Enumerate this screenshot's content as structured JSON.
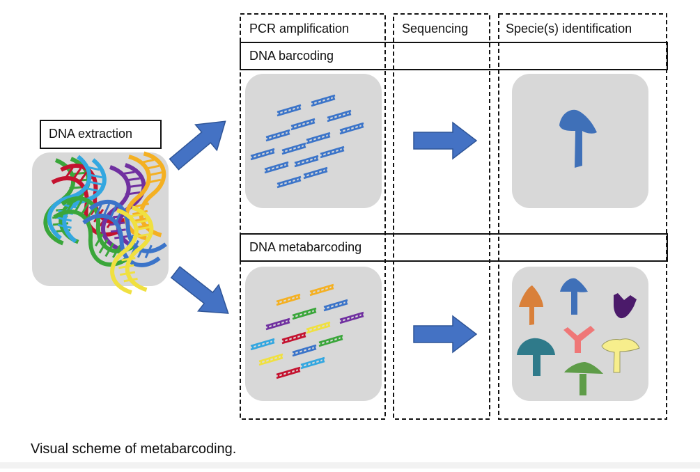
{
  "columns": {
    "pcr": "PCR amplification",
    "sequencing": "Sequencing",
    "identification": "Specie(s) identification"
  },
  "rows": {
    "barcoding": "DNA barcoding",
    "metabarcoding": "DNA metabarcoding"
  },
  "extraction_label": "DNA extraction",
  "caption": "Visual scheme of metabarcoding.",
  "colors": {
    "panel": "#d8d8d8",
    "arrow": "#4472c4",
    "arrow_edge": "#2f5597",
    "dna_blue": "#3b74c9",
    "dna_cyan": "#33a7e0",
    "dna_red": "#c4122f",
    "dna_green": "#3aa63a",
    "dna_purple": "#7030a0",
    "dna_yellow": "#f0e040",
    "dna_orange": "#f4b022",
    "mushroom_blue": "#3f70b8",
    "mushroom_orange": "#d9803a",
    "mushroom_purple": "#4b1a6a",
    "mushroom_pink": "#ef7777",
    "mushroom_teal": "#2f7a8a",
    "mushroom_green": "#5e9c48",
    "mushroom_yellow": "#f7ee8c"
  }
}
